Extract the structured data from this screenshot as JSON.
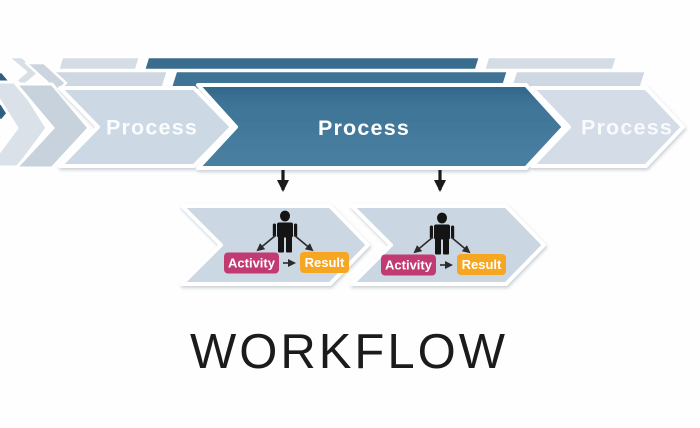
{
  "page": {
    "background": "#fefefe",
    "title": "WORKFLOW"
  },
  "process_band": {
    "items": [
      {
        "label": "Process",
        "active": false
      },
      {
        "label": "Process",
        "active": true
      },
      {
        "label": "Process",
        "active": false
      }
    ]
  },
  "sub_processes": [
    {
      "person_icon": "person-icon",
      "activity": {
        "label": "Activity",
        "color": "#c23a72"
      },
      "result": {
        "label": "Result",
        "color": "#f7a621"
      }
    },
    {
      "person_icon": "person-icon",
      "activity": {
        "label": "Activity",
        "color": "#c23a72"
      },
      "result": {
        "label": "Result",
        "color": "#f7a621"
      }
    }
  ],
  "colors": {
    "chevron_active": "#4a80a2",
    "chevron_active_top": "#30658a",
    "chevron_inactive": "#ccd8e4",
    "chevron_inactive_light": "#d3dce7",
    "sub_chevron": "#cbd7e3",
    "sub_chevron_right": "#cad6e2",
    "strip_dark_1": "#3a6c8f",
    "strip_dark_2": "#3f7396",
    "strip_light_1": "#d5dce4",
    "strip_light_2": "#cfd8e2",
    "glyph_light": "#dbe1e8",
    "glyph_mid": "#c7d2dd",
    "glyph_strip_1": "#d8dfe6",
    "glyph_strip_2": "#ccd5df",
    "glyph_dark": "#2e5f80",
    "arrow": "#1a1a1a",
    "connector": "#2b2b2b",
    "label_on_chevron": "#ffffff",
    "badge_text": "#ffffff",
    "person": "#141414",
    "title_color": "#1b1b1b"
  }
}
